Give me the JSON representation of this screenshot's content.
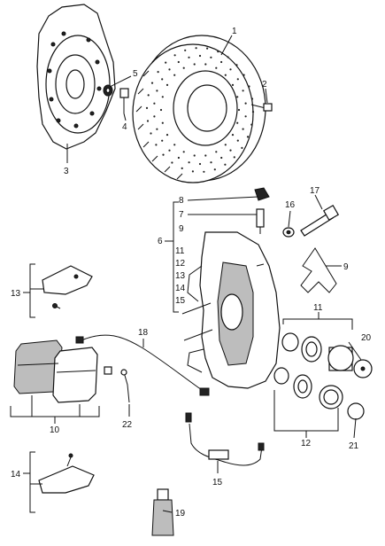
{
  "diagram": {
    "callouts": {
      "c1": "1",
      "c2": "2",
      "c3": "3",
      "c4": "4",
      "c5": "5",
      "c6": "6",
      "c7": "7",
      "c8": "8",
      "c9a": "9",
      "c9b": "9",
      "c10": "10",
      "c11a": "11",
      "c11b": "11",
      "c12a": "12",
      "c12b": "12",
      "c13a": "13",
      "c13b": "13",
      "c14a": "14",
      "c14b": "14",
      "c15a": "15",
      "c15b": "15",
      "c16": "16",
      "c17": "17",
      "c18": "18",
      "c19": "19",
      "c20": "20",
      "c21": "21",
      "c22": "22"
    }
  }
}
